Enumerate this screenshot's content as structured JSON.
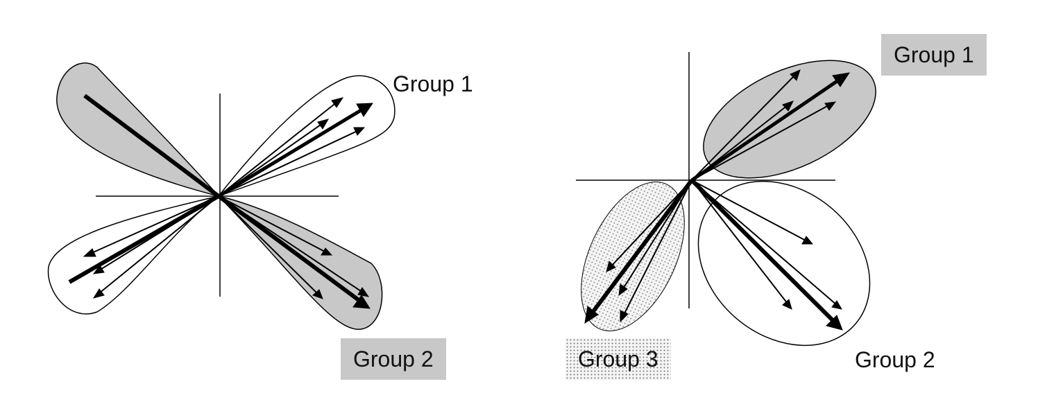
{
  "left_panel": {
    "groups": [
      {
        "label": "Group 1",
        "style": "plain"
      },
      {
        "label": "Group 2",
        "style": "gray-box"
      }
    ]
  },
  "right_panel": {
    "groups": [
      {
        "label": "Group 1",
        "style": "gray-box"
      },
      {
        "label": "Group 2",
        "style": "plain"
      },
      {
        "label": "Group 3",
        "style": "dotted-box"
      }
    ]
  },
  "colors": {
    "fill_gray": "#c8c8c8",
    "stroke": "#000000",
    "dots": "#7a7a7a"
  }
}
